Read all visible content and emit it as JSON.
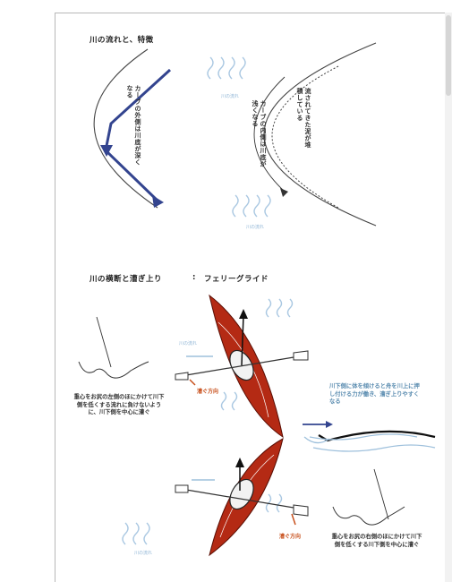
{
  "headings": {
    "section1": "川の流れと、特徴",
    "section2": "川の横断と漕ぎ上り",
    "section2_mark": ":",
    "section2_sub": "フェリーグライド"
  },
  "labels": {
    "curve_inner_deep": "カーブの外側は川底が深くなる",
    "curve_inner_shallow": "カーブの内側は川底が浅くなる",
    "sand_deposit": "流されてきた泥が堆積している",
    "balance_left": "重心をお尻の左側のほにかけて川下側を低くする流れに負けないように、川下側を中心に漕ぐ",
    "balance_right": "重心をお尻の右側のほにかけて川下側を低くする川下側を中心に漕ぐ",
    "ferry_note": "川下側に体を傾けると舟を川上に押し付ける力が働き、漕ぎ上りやすくなる",
    "paddle_dir": "漕ぐ方向",
    "paddle_dir2": "漕ぐ方向",
    "flow_tag": "川の流れ",
    "flow_tag2": "川の流れ",
    "flow_tag3": "川の流れ",
    "flow_tag4": "川の流れ"
  },
  "colors": {
    "blue_arrow": "#33448f",
    "kayak_red": "#b42a14",
    "water_blue": "#9ec0dc",
    "paddle_orange": "#c8501c"
  }
}
